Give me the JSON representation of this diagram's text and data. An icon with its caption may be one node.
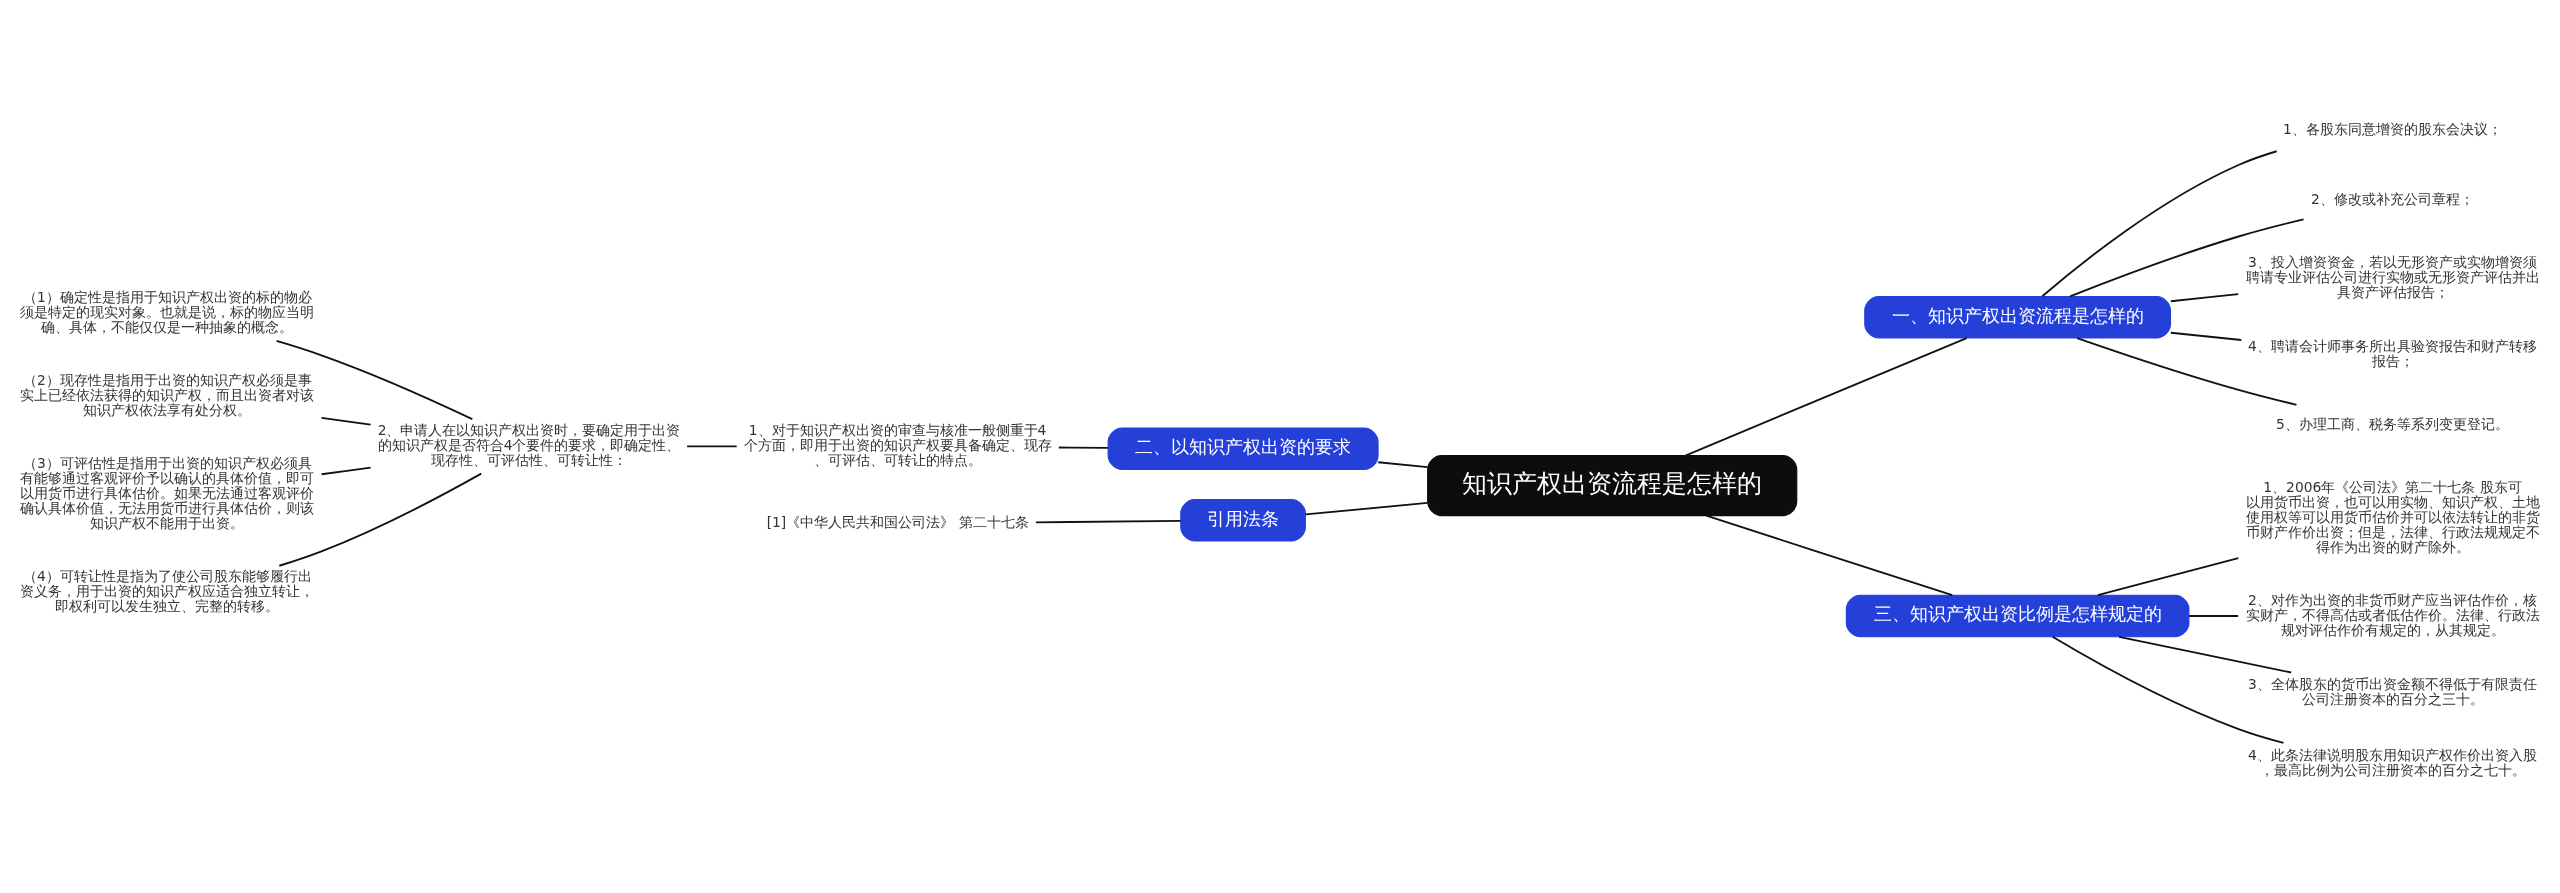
{
  "diagram": {
    "nodes": [
      {
        "text": [
          "知识产权出资流程是怎样的"
        ]
      },
      {
        "text": [
          "一、知识产权出资流程是怎样的"
        ]
      },
      {
        "text": [
          "1、各股东同意增资的股东会决议；"
        ]
      },
      {
        "text": [
          "2、修改或补充公司章程；"
        ]
      },
      {
        "text": [
          "3、投入增资资金，若以无形资产或实物增资须聘请专业评估公司进行实物或无形资产评估并出具资产评估报告；"
        ]
      },
      {
        "text": [
          "4、聘请会计师事务所出具验资报告和财产转移报告；"
        ]
      },
      {
        "text": [
          "5、办理工商、税务等系列变更登记。"
        ]
      },
      {
        "text": [
          "二、以知识产权出资的要求"
        ]
      },
      {
        "text": [
          "1、对于知识产权出资的审查与核准一般侧重于4个方面，即用于出资的知识产权要具备确定、现存、可评估、可转让的特点。"
        ]
      },
      {
        "text": [
          "2、申请人在以知识产权出资时，要确定用于出资的知识产权是否符合4个要件的要求，即确定性、现存性、可评估性、可转让性："
        ]
      },
      {
        "text": [
          "（1）确定性是指用于知识产权出资的标的物必须是特定的现实对象。也就是说，标的物应当明确、具体，不能仅仅是一种抽象的概念。"
        ]
      },
      {
        "text": [
          "（2）现存性是指用于出资的知识产权必须是事实上已经依法获得的知识产权，而且出资者对该知识产权依法享有处分权。"
        ]
      },
      {
        "text": [
          "（3）可评估性是指用于出资的知识产权必须具有能够通过客观评价予以确认的具体价值，即可以用货币进行具体估价。如果无法通过客观评价确认具体价值，无法用货币进行具体估价，则该知识产权不能用于出资。"
        ]
      },
      {
        "text": [
          "（4）可转让性是指为了使公司股东能够履行出资义务，用于出资的知识产权应适合独立转让，即权利可以发生独立、完整的转移。"
        ]
      },
      {
        "text": [
          "引用法条"
        ]
      },
      {
        "text": [
          "[1]《中华人民共和国公司法》 第二十七条"
        ]
      },
      {
        "text": [
          "三、知识产权出资比例是怎样规定的"
        ]
      },
      {
        "text": [
          "1、2006年《公司法》第二十七条 股东可以用货币出资，也可以用实物、知识产权、土地使用权等可以用货币估价并可以依法转让的非货币财产作价出资；但是，法律、行政法规规定不得作为出资的财产除外。"
        ]
      },
      {
        "text": [
          "2、对作为出资的非货币财产应当评估作价，核实财产，不得高估或者低估作价。法律、行政法规对评估作价有规定的，从其规定。"
        ]
      },
      {
        "text": [
          "3、全体股东的货币出资金额不得低于有限责任公司注册资本的百分之三十。"
        ]
      },
      {
        "text": [
          "4、此条法律说明股东用知识产权作价出资入股，最高比例为公司注册资本的百分之七十。"
        ]
      }
    ],
    "edges": [
      {
        "from": 0,
        "to": 1,
        "arrow": "none"
      },
      {
        "from": 1,
        "to": 2,
        "arrow": "none"
      },
      {
        "from": 1,
        "to": 3,
        "arrow": "none"
      },
      {
        "from": 1,
        "to": 4,
        "arrow": "none"
      },
      {
        "from": 1,
        "to": 5,
        "arrow": "none"
      },
      {
        "from": 1,
        "to": 6,
        "arrow": "none"
      },
      {
        "from": 0,
        "to": 7,
        "arrow": "none"
      },
      {
        "from": 7,
        "to": 8,
        "arrow": "none"
      },
      {
        "from": 8,
        "to": 9,
        "arrow": "none"
      },
      {
        "from": 9,
        "to": 10,
        "arrow": "none"
      },
      {
        "from": 9,
        "to": 11,
        "arrow": "none"
      },
      {
        "from": 9,
        "to": 12,
        "arrow": "none"
      },
      {
        "from": 9,
        "to": 13,
        "arrow": "none"
      },
      {
        "from": 0,
        "to": 14,
        "arrow": "none"
      },
      {
        "from": 14,
        "to": 15,
        "arrow": "none"
      },
      {
        "from": 0,
        "to": 16,
        "arrow": "none"
      },
      {
        "from": 16,
        "to": 17,
        "arrow": "none"
      },
      {
        "from": 16,
        "to": 18,
        "arrow": "none"
      },
      {
        "from": 16,
        "to": 19,
        "arrow": "none"
      },
      {
        "from": 16,
        "to": 20,
        "arrow": "none"
      }
    ]
  }
}
